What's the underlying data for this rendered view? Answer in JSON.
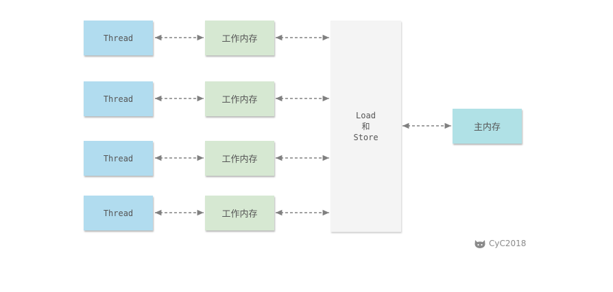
{
  "rows": [
    {
      "thread": "Thread",
      "workmem": "工作内存"
    },
    {
      "thread": "Thread",
      "workmem": "工作内存"
    },
    {
      "thread": "Thread",
      "workmem": "工作内存"
    },
    {
      "thread": "Thread",
      "workmem": "工作内存"
    }
  ],
  "load_store": {
    "line1": "Load",
    "line2": "和",
    "line3": "Store"
  },
  "main_memory": "主内存",
  "watermark": "CyC2018",
  "colors": {
    "thread": "#b1dcef",
    "working_memory": "#d6e8d2",
    "main_memory": "#b0e1e6",
    "load_store": "#f4f4f4",
    "arrow": "#808080"
  }
}
